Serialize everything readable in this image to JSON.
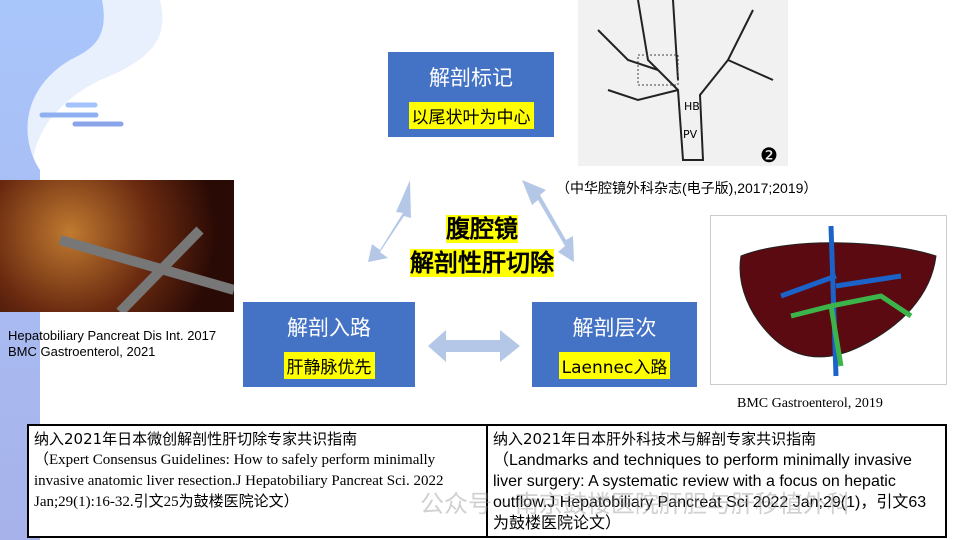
{
  "center": {
    "line1": "腹腔镜",
    "line2": "解剖性肝切除"
  },
  "boxes": [
    {
      "title": "解剖标记",
      "highlight": "以尾状叶为中心"
    },
    {
      "title": "解剖入路",
      "highlight": "肝静脉优先"
    },
    {
      "title": "解剖层次",
      "highlight": "Laennec入路"
    }
  ],
  "captions": {
    "top_right": "（中华腔镜外科杂志(电子版),2017;2019）",
    "left_1": "Hepatobiliary Pancreat Dis Int. 2017",
    "left_2": "BMC Gastroenterol, 2021",
    "right": "BMC Gastroenterol, 2019",
    "diagram_number": "❷",
    "diagram_labels": [
      "HB",
      "PV"
    ]
  },
  "table": {
    "left": {
      "heading": "纳入2021年日本微创解剖性肝切除专家共识指南",
      "body": "（Expert Consensus Guidelines: How to safely perform minimally invasive anatomic liver resection.J Hepatobiliary Pancreat Sci. 2022 Jan;29(1):16-32.引文25为鼓楼医院论文）"
    },
    "right": {
      "heading": "纳入2021年日本肝外科技术与解剖专家共识指南",
      "body": "（Landmarks and techniques to perform minimally invasive liver surgery: A systematic review with a focus on hepatic outflow.J Hepatobiliary Pancreat Sci 2022 Jan;29(1)，引文63为鼓楼医院论文）"
    }
  },
  "watermark": "公众号 · 南京鼓楼医院肝胆与肝移植外科",
  "colors": {
    "box": "#4472c4",
    "highlight": "#ffff00",
    "arrow": "#b4c7e7"
  }
}
